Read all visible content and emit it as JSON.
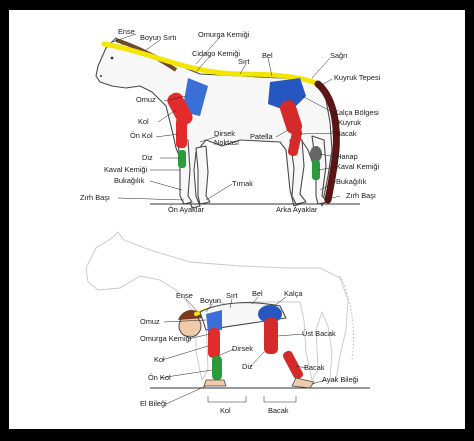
{
  "diagram": {
    "colors": {
      "frame": "#000000",
      "spine": "#f2e600",
      "scapula": "#3a6fd8",
      "humerus": "#e22b2b",
      "forearm": "#e22b2b",
      "cannon": "#2e9b3a",
      "pelvis": "#2656c0",
      "femur": "#d42a2a",
      "tail": "#5c1414",
      "hock": "#666666"
    },
    "horse_labels": {
      "ense": "Ense",
      "boyun_sirti": "Boyun Sırtı",
      "omurga_kemigi": "Omurga Kemiği",
      "cidago_kemigi": "Cidago Kemiği",
      "sirt": "Sırt",
      "bel": "Bel",
      "sagri": "Sağrı",
      "kuyruk_tepesi": "Kuyruk Tepesi",
      "omuz": "Omuz",
      "kol": "Kol",
      "on_kol": "Ön Kol",
      "dirsek_noktasi_1": "Dirsek",
      "dirsek_noktasi_2": "Noktası",
      "patella": "Patella",
      "kalca_bolgesi": "Kalça Bölgesi",
      "kuyruk": "Kuyruk",
      "bacak": "Bacak",
      "diz": "Diz",
      "kaval_kemigi_left": "Kaval Kemiği",
      "bukagilik_left": "Bukağılık",
      "zirh_basi_left": "Zırh Başı",
      "tirnak": "Tırnak",
      "on_ayaklar": "Ön Ayaklar",
      "arka_ayaklar": "Arka Ayaklar",
      "hanap": "Hanap",
      "kaval_kemigi_right": "Kaval Kemiği",
      "bukagilik_right": "Bukağılık",
      "zirh_basi_right": "Zırh Başı"
    },
    "human_labels": {
      "ense": "Ense",
      "boyun": "Boyun",
      "sirt": "Sırt",
      "bel": "Bel",
      "kalca": "Kalça",
      "omuz": "Omuz",
      "omurga_kemigi": "Omurga Kemiği",
      "kol": "Kol",
      "on_kol": "Ön Kol",
      "dirsek": "Dirsek",
      "diz": "Diz",
      "ust_bacak": "Üst Bacak",
      "bacak": "Bacak",
      "ayak_bilegi": "Ayak Bileği",
      "el_bilegi": "El Bileği",
      "kol_bracket": "Kol",
      "bacak_bracket": "Bacak"
    }
  }
}
